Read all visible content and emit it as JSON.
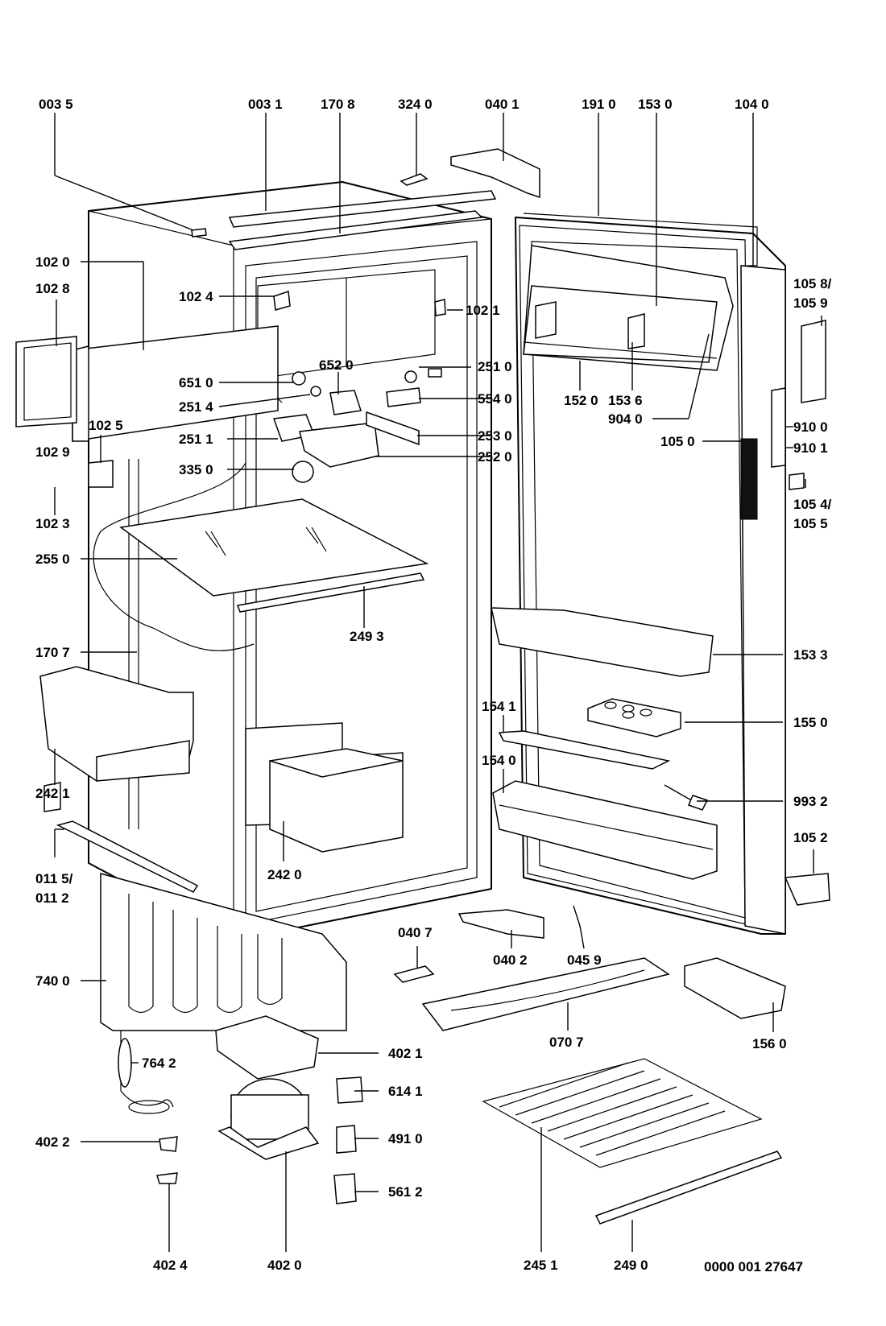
{
  "labels": {
    "l0035": "003 5",
    "l0031": "003 1",
    "l1708": "170 8",
    "l3240": "324 0",
    "l0401": "040 1",
    "l1910": "191 0",
    "l1530": "153 0",
    "l1040": "104 0",
    "l1020": "102 0",
    "l1028": "102 8",
    "l1024": "102 4",
    "l1021": "102 1",
    "l1058": "105 8/",
    "l1059": "105 9",
    "l6520": "652 0",
    "l6510": "651 0",
    "l2510": "251 0",
    "l2514": "251 4",
    "l5540": "554 0",
    "l1520": "152 0",
    "l1536": "153 6",
    "l9040": "904 0",
    "l1025": "102 5",
    "l2511": "251 1",
    "l2530": "253 0",
    "l9100": "910 0",
    "l1029": "102 9",
    "l1050": "105 0",
    "l9101": "910 1",
    "l2520": "252 0",
    "l3350": "335 0",
    "l1054": "105 4/",
    "l1055": "105 5",
    "l1023": "102 3",
    "l2550": "255 0",
    "l2493": "249 3",
    "l1707": "170 7",
    "l1533": "153 3",
    "l1541": "154 1",
    "l1550": "155 0",
    "l2421": "242 1",
    "l1540": "154 0",
    "l9932": "993 2",
    "l0115": "011 5/",
    "l0112": "011 2",
    "l2420": "242 0",
    "l1052": "105 2",
    "l0407": "040 7",
    "l0402": "040 2",
    "l0459": "045 9",
    "l7400": "740 0",
    "l0707": "070 7",
    "l1560": "156 0",
    "l4021": "402 1",
    "l7642": "764 2",
    "l6141": "614 1",
    "l4022": "402 2",
    "l4910": "491 0",
    "l5612": "561 2",
    "l4024": "402 4",
    "l4020": "402 0",
    "l2451": "245 1",
    "l2490": "249 0",
    "doc_number": "0000 001 27647"
  }
}
